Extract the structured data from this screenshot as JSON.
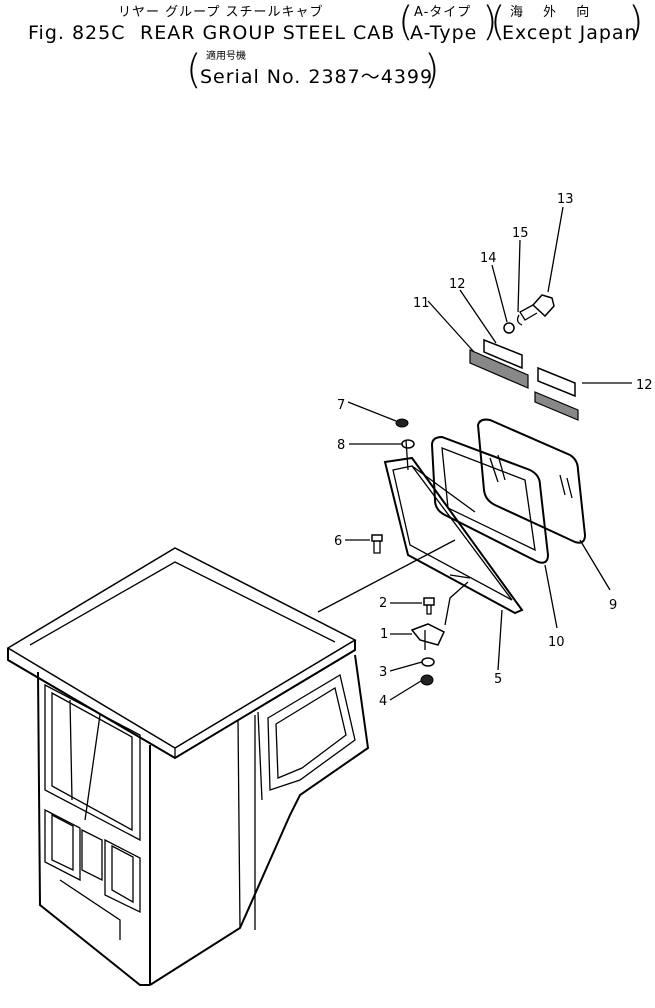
{
  "header": {
    "title_jp": "リヤー グループ スチールキャブ",
    "fig_number": "Fig. 825C",
    "title_en": "REAR GROUP STEEL CAB",
    "type_jp": "A-タイプ",
    "type_en": "A-Type",
    "region_jp": "海 外 向",
    "region_en": "Except Japan",
    "serial_jp": "適用号機",
    "serial_en": "Serial No. 2387～4399"
  },
  "callouts": {
    "c1": "1",
    "c2": "2",
    "c3": "3",
    "c4": "4",
    "c5": "5",
    "c6": "6",
    "c7": "7",
    "c8": "8",
    "c9": "9",
    "c10": "10",
    "c11": "11",
    "c12a": "12",
    "c12b": "12",
    "c13": "13",
    "c14": "14",
    "c15": "15"
  }
}
